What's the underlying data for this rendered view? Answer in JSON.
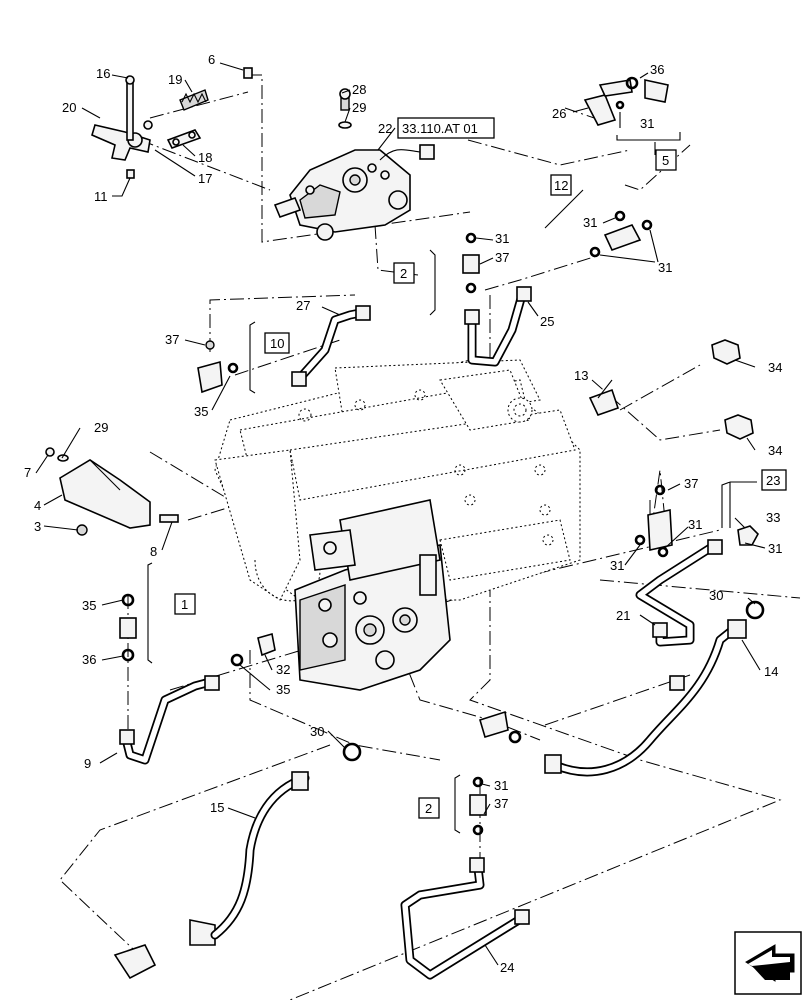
{
  "labels": {
    "l1": "1",
    "l2a": "2",
    "l2b": "2",
    "l3": "3",
    "l4": "4",
    "l5": "5",
    "l6": "6",
    "l7": "7",
    "l8": "8",
    "l9": "9",
    "l10": "10",
    "l11": "11",
    "l12": "12",
    "l13": "13",
    "l14": "14",
    "l15": "15",
    "l16": "16",
    "l17": "17",
    "l18": "18",
    "l19": "19",
    "l20": "20",
    "l21": "21",
    "l22": "22",
    "l23": "23",
    "l24": "24",
    "l25": "25",
    "l26": "26",
    "l27": "27",
    "l28": "28",
    "l29a": "29",
    "l29b": "29",
    "l30a": "30",
    "l30b": "30",
    "l31a": "31",
    "l31b": "31",
    "l31c": "31",
    "l31d": "31",
    "l31e": "31",
    "l31f": "31",
    "l31g": "31",
    "l31h": "31",
    "l32": "32",
    "l33": "33",
    "l34a": "34",
    "l34b": "34",
    "l35a": "35",
    "l35b": "35",
    "l35c": "35",
    "l36a": "36",
    "l36b": "36",
    "l37a": "37",
    "l37b": "37",
    "l37c": "37",
    "l37d": "37"
  },
  "reference": "33.110.AT 01",
  "navigation": {
    "icon": "arrow-icon"
  }
}
